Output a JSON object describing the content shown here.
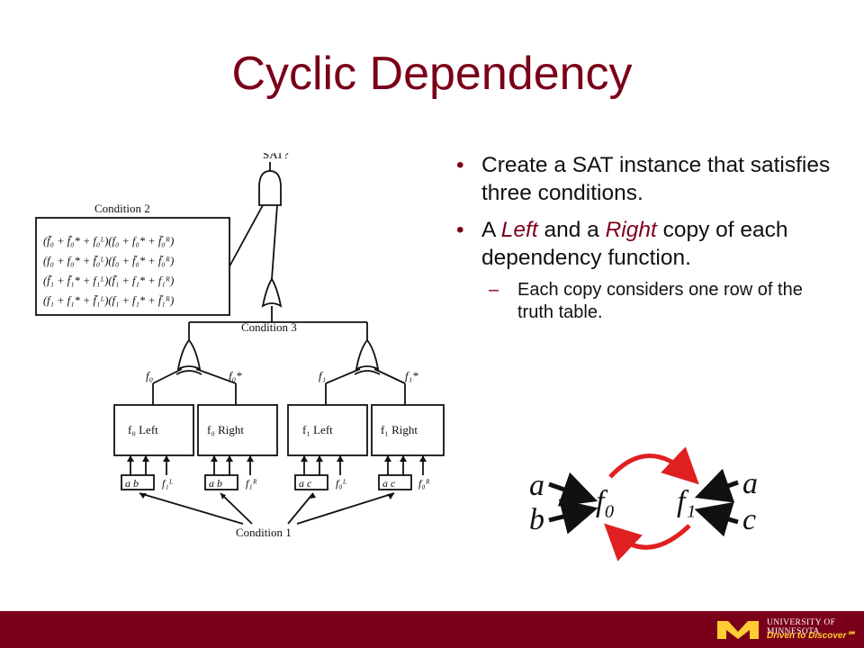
{
  "slide": {
    "title": "Cyclic Dependency",
    "bullet1": "Create a SAT instance that satisfies three conditions.",
    "bullet2": {
      "pre": "A ",
      "left": "Left",
      "mid": " and a ",
      "right": "Right",
      "post": " copy of each dependency function."
    },
    "sub1": "Each copy considers one row of the truth table."
  },
  "circuit": {
    "sat": "SAT?",
    "condition1": "Condition 1",
    "condition2": "Condition 2",
    "condition3": "Condition 3",
    "boxes": [
      "f₀ Left",
      "f₀ Right",
      "f₁ Left",
      "f₁ Right"
    ],
    "outputs": [
      "f₀",
      "f₀*",
      "f₁",
      "f₁*"
    ],
    "inputs": [
      {
        "pair": "a  b",
        "extra": "f₁ᴸ"
      },
      {
        "pair": "a  b",
        "extra": "f₁ᴿ"
      },
      {
        "pair": "a  c",
        "extra": "f₀ᴸ"
      },
      {
        "pair": "a  c",
        "extra": "f₀ᴿ"
      }
    ],
    "condition2_lines": [
      "(f̄₀ + f̄₀* + f₀ᴸ)(f₀ + f₀* + f̄₀ᴿ)",
      "(f₀ + f₀* + f̄₀ᴸ)(f₀ + f̄₀* + f̄₀ᴿ)",
      "(f̄₁ + f̄₁* + f₁ᴸ)(f̄₁ + f₁* + f₁ᴿ)",
      "(f₁ + f₁* + f̄₁ᴸ)(f₁ + f₁* + f̄₁ᴿ)"
    ]
  },
  "graph": {
    "a_left": "a",
    "b_left": "b",
    "f0": "f₀",
    "f1": "f₁",
    "a_right": "a",
    "c_right": "c",
    "arrow_color": "#e02020"
  },
  "footer": {
    "university": "UNIVERSITY OF MINNESOTA",
    "tagline": "Driven to Discover℠"
  },
  "colors": {
    "maroon": "#7a0019",
    "gold": "#ffcc33"
  }
}
